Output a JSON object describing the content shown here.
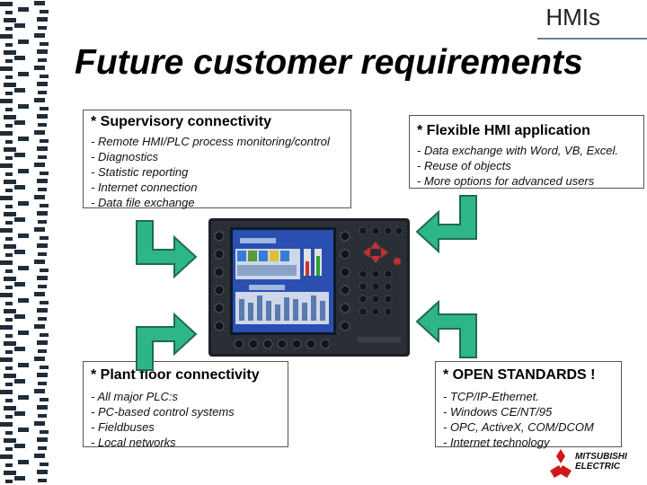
{
  "header": {
    "section": "HMIs"
  },
  "title": "Future customer requirements",
  "boxes": {
    "supervisory": {
      "heading": "* Supervisory connectivity",
      "items": [
        "- Remote HMI/PLC process monitoring/control",
        "- Diagnostics",
        "- Statistic reporting",
        "- Internet connection",
        "- Data file exchange"
      ]
    },
    "flexible": {
      "heading": "* Flexible HMI application",
      "items": [
        "- Data exchange with Word, VB, Excel.",
        "- Reuse of objects",
        "- More options for advanced users"
      ]
    },
    "plant": {
      "heading": "* Plant floor connectivity",
      "items": [
        "- All major PLC:s",
        "- PC-based control systems",
        "- Fieldbuses",
        "- Local networks"
      ]
    },
    "open": {
      "heading": "* OPEN STANDARDS !",
      "items": [
        "- TCP/IP-Ethernet.",
        "- Windows CE/NT/95",
        "- OPC, ActiveX, COM/DCOM",
        "- Internet technology"
      ]
    }
  },
  "logo": {
    "line1": "MITSUBISHI",
    "line2": "ELECTRIC"
  },
  "colors": {
    "arrow": "#2fb58a",
    "arrow_stroke": "#1e6b52",
    "border": "#1f2d3a"
  }
}
